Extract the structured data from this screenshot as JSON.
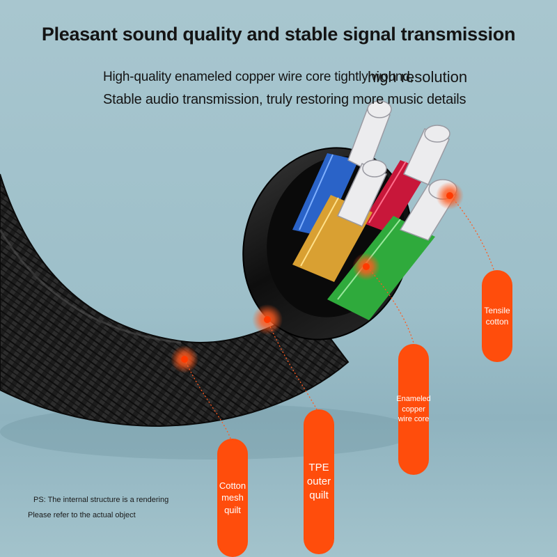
{
  "header": {
    "title": "Pleasant sound quality and stable signal transmission",
    "subtitle_line1": "High-quality enameled copper wire core tightly wound,",
    "subtitle_line1_overlay": "high resolution",
    "subtitle_line2": "Stable audio transmission, truly restoring more music details"
  },
  "callouts": [
    {
      "label": "Tensile cotton"
    },
    {
      "label": "Enameled copper wire core"
    },
    {
      "label": "TPE outer quilt"
    },
    {
      "label": "Cotton mesh quilt"
    }
  ],
  "footnote": {
    "line1": "PS: The internal structure is a rendering",
    "line2": "Please refer to the actual object"
  },
  "colors": {
    "background": "#a8c6cf",
    "callout_pill": "#ff4d0c",
    "cable_braid": "#1c1c1c",
    "wire_blue": "#2a63c8",
    "wire_red": "#c8173a",
    "wire_gold": "#d9a032",
    "wire_green": "#2faa3c",
    "wire_silver": "#e8e8ea"
  }
}
